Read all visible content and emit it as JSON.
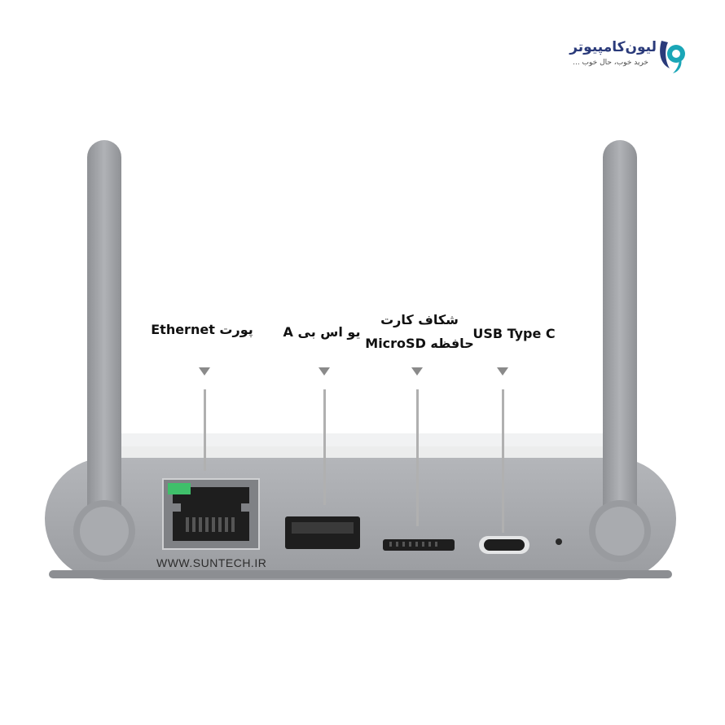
{
  "logo": {
    "title": "لیون‌کامپیوتر",
    "subtitle": "خرید خوب، حال خوب ...",
    "colors": {
      "primary": "#2a3a7a",
      "accent": "#1aa6b7"
    }
  },
  "labels": {
    "ethernet": "پورت Ethernet",
    "usb_a": "یو اس بی A",
    "microsd_line1": "شکاف کارت",
    "microsd_line2": "حافظه MicroSD",
    "usb_c": "USB Type C"
  },
  "watermark": "WWW.SUNTECH.IR",
  "colors": {
    "device_body": "#a5a7ab",
    "device_top": "#e9eaec",
    "antenna": "#9d9fa3",
    "port_dark": "#1e1e1e",
    "led": "#3fbf6a"
  }
}
